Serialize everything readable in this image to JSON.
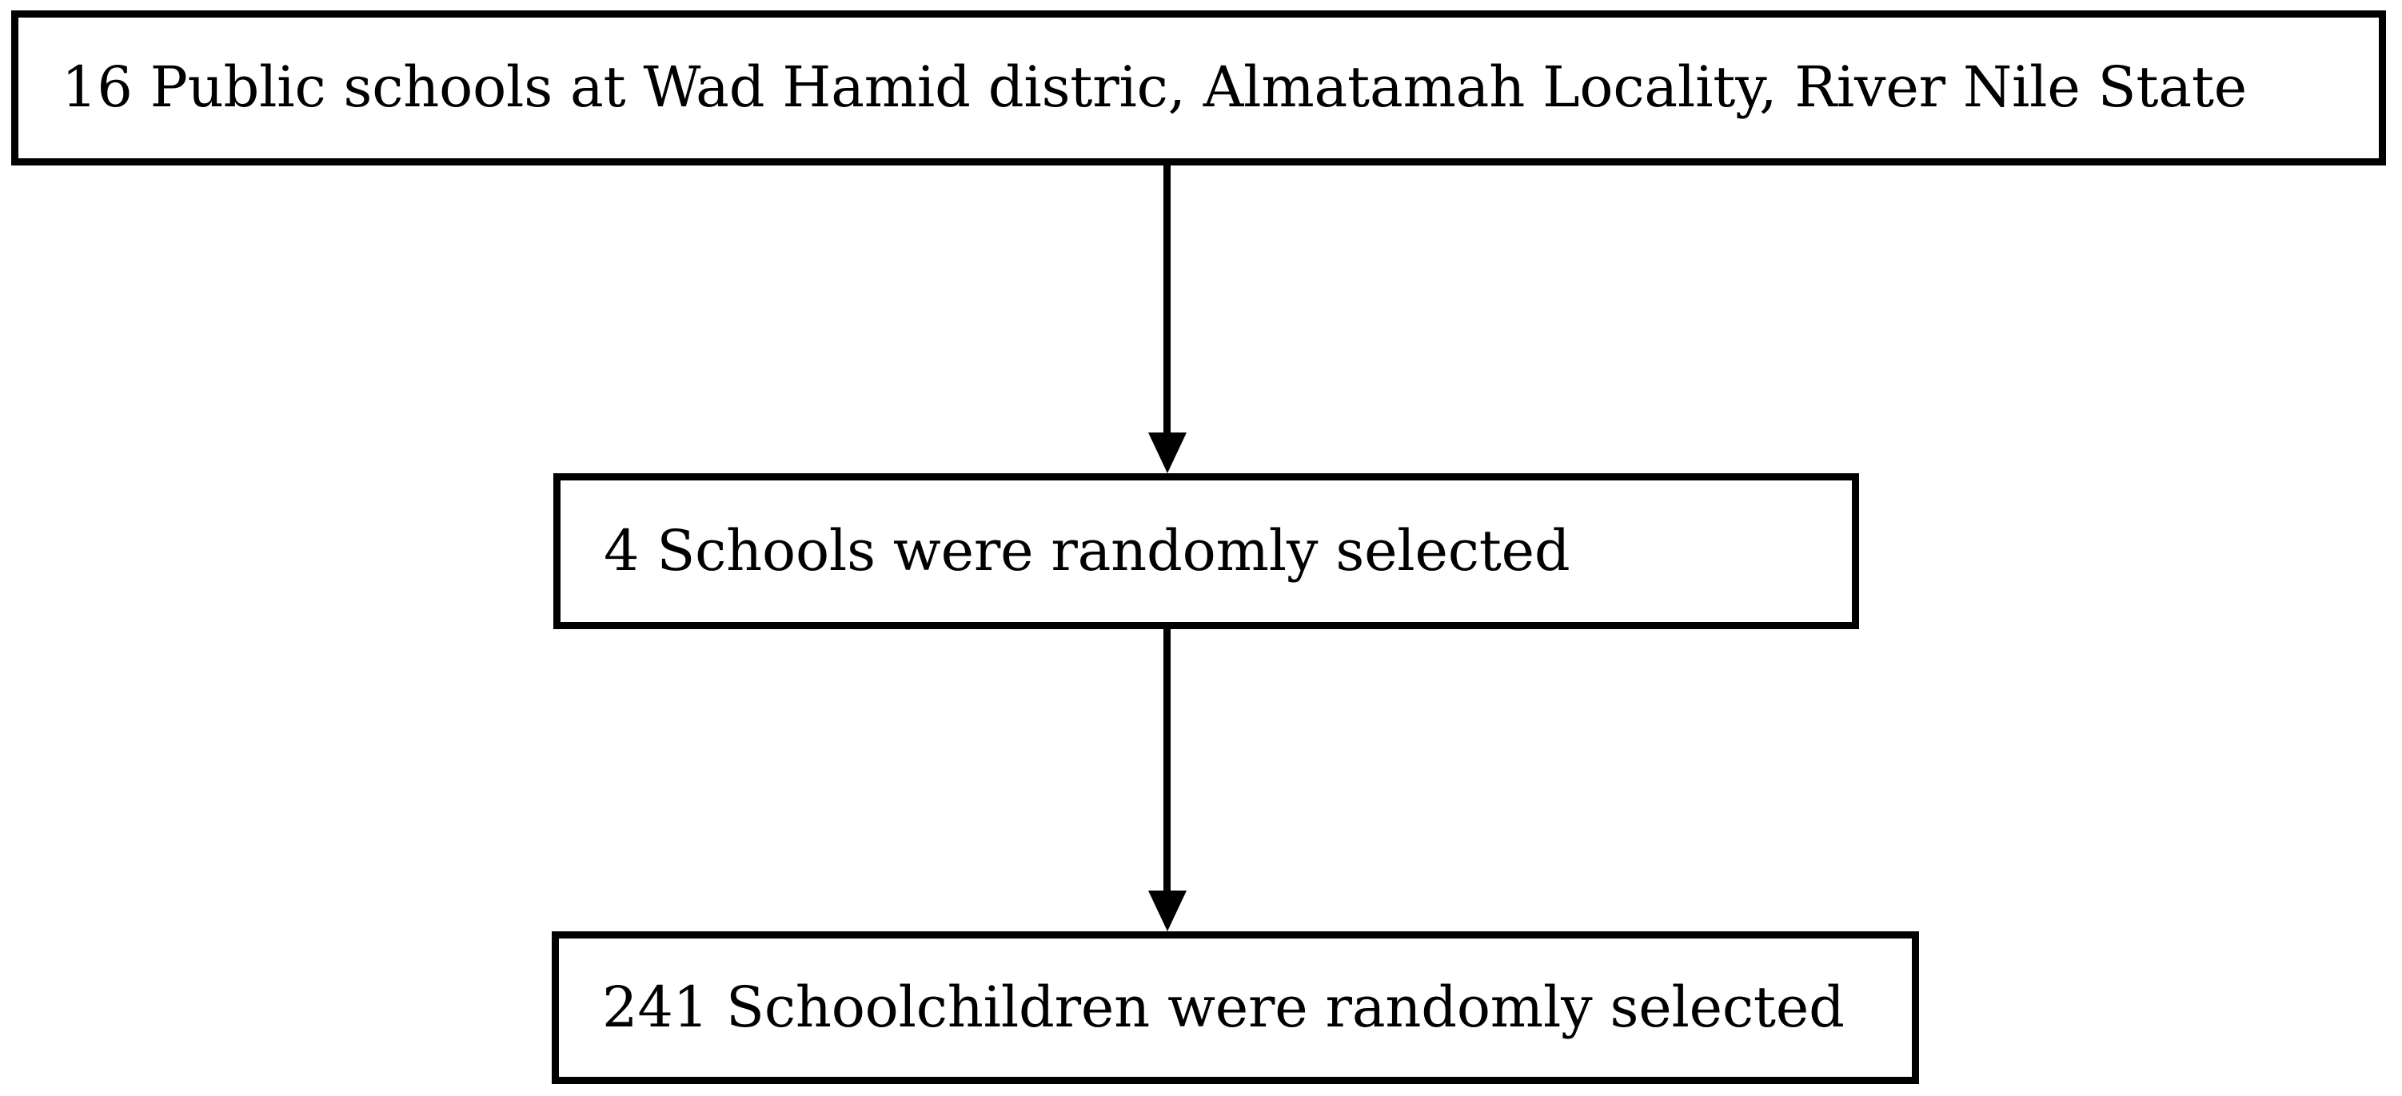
{
  "diagram": {
    "type": "flowchart",
    "orientation": "top-to-bottom",
    "background_color": "#ffffff",
    "line_color": "#000000",
    "text_color": "#000000",
    "nodes": [
      {
        "id": "population",
        "label": "16 Public schools at Wad Hamid distric, Almatamah Locality, River Nile State",
        "count": 16,
        "unit": "Public schools"
      },
      {
        "id": "schools-selected",
        "label": "4 Schools were randomly selected",
        "count": 4,
        "unit": "Schools"
      },
      {
        "id": "children-selected",
        "label": "241 Schoolchildren were randomly selected",
        "count": 241,
        "unit": "Schoolchildren"
      }
    ],
    "edges": [
      {
        "id": "population-to-schools",
        "from": "population",
        "to": "schools-selected",
        "arrowhead": "filled-triangle-down"
      },
      {
        "id": "schools-to-children",
        "from": "schools-selected",
        "to": "children-selected",
        "arrowhead": "filled-triangle-down"
      }
    ]
  }
}
